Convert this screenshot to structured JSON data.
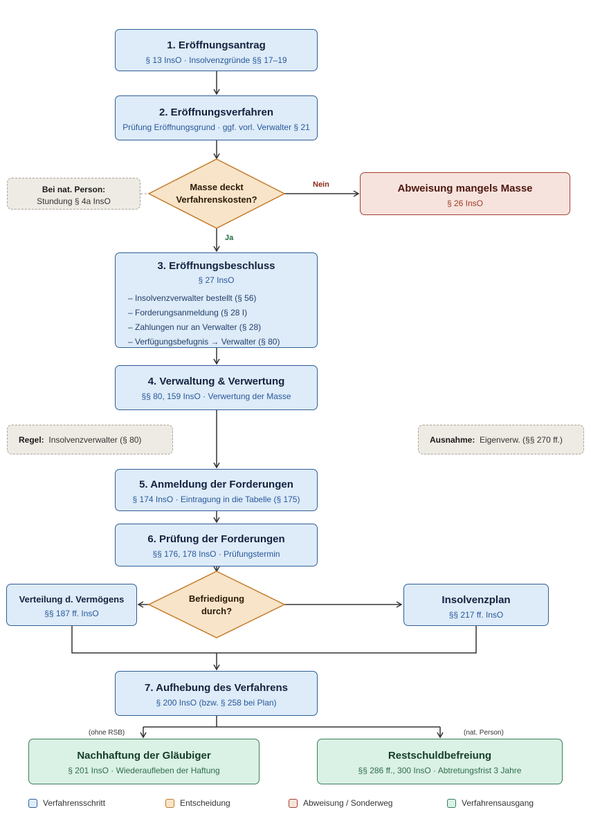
{
  "steps": {
    "s1": {
      "title": "1. Eröffnungsantrag",
      "sub": "§ 13 InsO · Insolvenzgründe §§ 17–19"
    },
    "s2": {
      "title": "2. Eröffnungsverfahren",
      "sub": "Prüfung Eröffnungsgrund · ggf. vorl. Verwalter § 21"
    },
    "s3": {
      "title": "3. Eröffnungsbeschluss",
      "sub": "§ 27 InsO",
      "items": [
        "– Insolvenzverwalter bestellt (§ 56)",
        "– Forderungsanmeldung (§ 28 I)",
        "– Zahlungen nur an Verwalter (§ 28)",
        "– Verfügungsbefugnis → Verwalter (§ 80)"
      ]
    },
    "s4": {
      "title": "4. Verwaltung & Verwertung",
      "sub": "§§ 80, 159 InsO · Verwertung der Masse"
    },
    "s5": {
      "title": "5. Anmeldung der Forderungen",
      "sub": "§ 174 InsO · Eintragung in die Tabelle (§ 175)"
    },
    "s6": {
      "title": "6. Prüfung der Forderungen",
      "sub": "§§ 176, 178 InsO · Prüfungstermin"
    },
    "s7": {
      "title": "7. Aufhebung des Verfahrens",
      "sub": "§ 200 InsO (bzw. § 258 bei Plan)"
    }
  },
  "decision1": {
    "line1": "Masse deckt",
    "line2": "Verfahrenskosten?",
    "yes": "Ja",
    "no": "Nein"
  },
  "decision2": {
    "line1": "Befriedigung",
    "line2": "durch?"
  },
  "abweisung": {
    "title": "Abweisung mangels Masse",
    "sub": "§ 26 InsO"
  },
  "verteilung": {
    "title": "Verteilung d. Vermögens",
    "sub": "§§ 187 ff. InsO"
  },
  "insolvenzplan": {
    "title": "Insolvenzplan",
    "sub": "§§ 217 ff. InsO"
  },
  "nachhaftung": {
    "title": "Nachhaftung der Gläubiger",
    "sub": "§ 201 InsO · Wiederaufleben der Haftung",
    "branch_label": "(ohne RSB)"
  },
  "rsb": {
    "title": "Restschuldbefreiung",
    "sub": "§§ 286 ff., 300 InsO · Abtretungsfrist 3 Jahre",
    "branch_label": "(nat. Person)"
  },
  "notes": {
    "natperson": {
      "bold": "Bei nat. Person:",
      "text": "Stundung § 4a InsO"
    },
    "regel": {
      "bold": "Regel:",
      "text": "Insolvenzverwalter (§ 80)"
    },
    "ausnahme": {
      "bold": "Ausnahme:",
      "text": "Eigenverw. (§§ 270 ff.)"
    }
  },
  "legend": [
    {
      "label": "Verfahrensschritt",
      "fill": "#deebf8",
      "stroke": "#2f5e98"
    },
    {
      "label": "Entscheidung",
      "fill": "#f8e4c8",
      "stroke": "#c47a2a"
    },
    {
      "label": "Abweisung / Sonderweg",
      "fill": "#f6e3dd",
      "stroke": "#a3402e"
    },
    {
      "label": "Verfahrensausgang",
      "fill": "#daf1e5",
      "stroke": "#3b7c59"
    }
  ],
  "colors": {
    "yes": "#1f6b3e",
    "no": "#8b2a1d",
    "connector": "#333333"
  }
}
